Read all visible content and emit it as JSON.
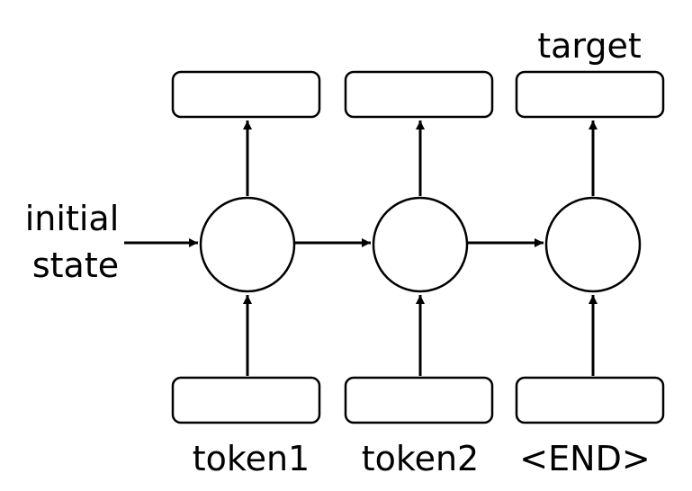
{
  "labels": {
    "initial_state_line1": "initial",
    "initial_state_line2": "state",
    "target": "target",
    "token1": "token1",
    "token2": "token2",
    "end": "<END>"
  },
  "steps": [
    {
      "input": "token1",
      "output": ""
    },
    {
      "input": "token2",
      "output": ""
    },
    {
      "input": "<END>",
      "output": "target"
    }
  ],
  "colors": {
    "stroke": "#000000",
    "fill": "#ffffff",
    "background": "#ffffff"
  }
}
